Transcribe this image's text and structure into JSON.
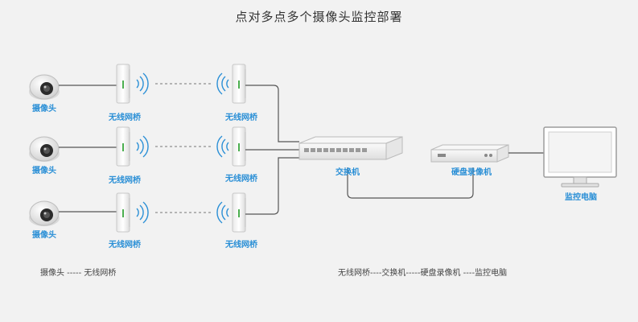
{
  "title": "点对多点多个摄像头监控部署",
  "labels": {
    "camera": "摄像头",
    "bridge": "无线网桥",
    "switch": "交换机",
    "nvr": "硬盘录像机",
    "pc": "监控电脑"
  },
  "legend": {
    "left": "摄像头  -----  无线网桥",
    "right": "无线网桥----交换机-----硬盘录像机 ----监控电脑"
  },
  "colors": {
    "label": "#2a8fd6",
    "signal": "#2a8fd6",
    "cable": "#555555",
    "device": "#ffffff",
    "background": "#f2f2f2"
  },
  "icons": [
    "dome-camera-icon",
    "wireless-bridge-icon",
    "wifi-signal-icon",
    "switch-icon",
    "nvr-icon",
    "monitor-icon"
  ]
}
